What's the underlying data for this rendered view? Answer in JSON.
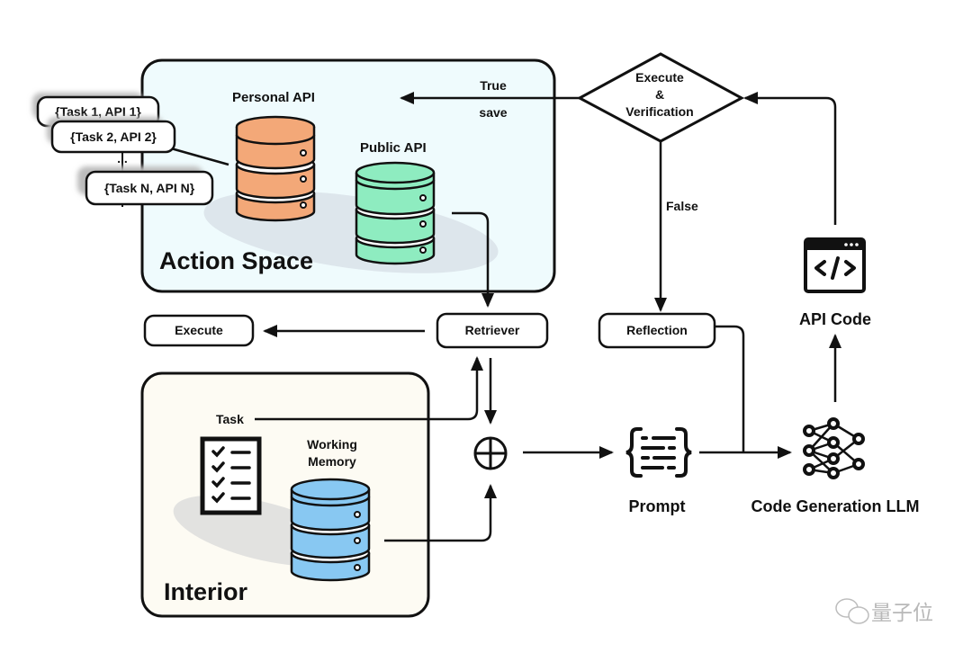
{
  "diagram": {
    "action_space": {
      "title": "Action Space",
      "personal_api_label": "Personal API",
      "public_api_label": "Public API",
      "colors": {
        "panel": "#effbfd",
        "personal_db": "#f3a878",
        "public_db": "#8eecc0"
      }
    },
    "task_api_pairs": [
      "{Task 1, API 1}",
      "{Task 2, API 2}",
      "...",
      "{Task N, API N}"
    ],
    "interior": {
      "title": "Interior",
      "task_label": "Task",
      "working_memory_label_line1": "Working",
      "working_memory_label_line2": "Memory",
      "colors": {
        "panel": "#fdfbf3",
        "memory_db": "#88c8f2"
      }
    },
    "decision": {
      "line1": "Execute",
      "line2": "&",
      "line3": "Verification",
      "true_label": "True",
      "save_label": "save",
      "false_label": "False"
    },
    "nodes": {
      "execute": "Execute",
      "retriever": "Retriever",
      "reflection": "Reflection",
      "prompt": "Prompt",
      "llm": "Code Generation LLM",
      "api_code": "API Code"
    },
    "icons": {
      "combine": "circle-plus-icon",
      "prompt": "curly-braces-document-icon",
      "llm": "neural-network-icon",
      "api_code": "code-window-icon",
      "task": "checklist-icon",
      "database": "database-icon"
    },
    "watermark": "量子位"
  }
}
